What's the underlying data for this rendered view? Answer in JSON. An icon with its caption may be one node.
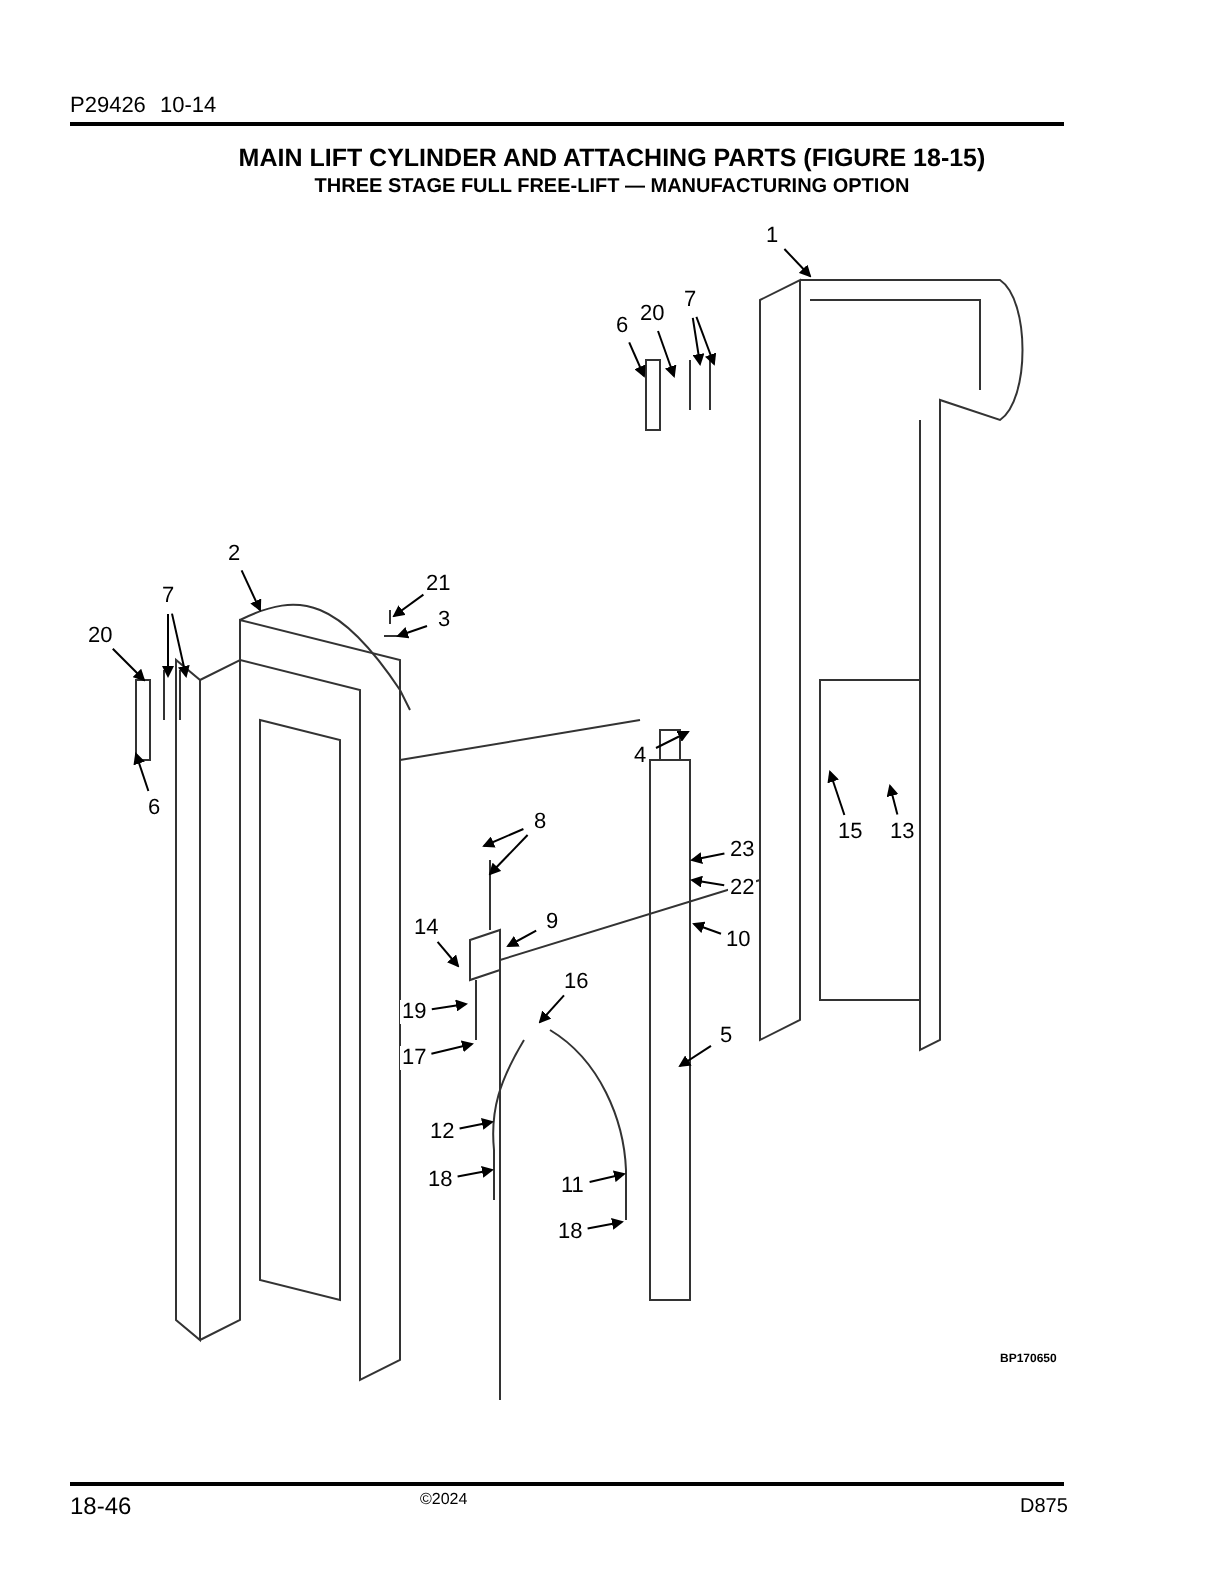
{
  "diagram": {
    "title": "MAIN LIFT CYLINDER AND ATTACHING PARTS (FIGURE 18-15)",
    "nodes": [
      {
        "text": [
          "1"
        ]
      },
      {
        "text": [
          "20"
        ]
      },
      {
        "text": [
          "7"
        ]
      },
      {
        "text": [
          "6"
        ]
      },
      {
        "text": [
          "2"
        ]
      },
      {
        "text": [
          "21"
        ]
      },
      {
        "text": [
          "3"
        ]
      },
      {
        "text": [
          "20"
        ]
      },
      {
        "text": [
          "7"
        ]
      },
      {
        "text": [
          "6"
        ]
      },
      {
        "text": [
          "4"
        ]
      },
      {
        "text": [
          "15"
        ]
      },
      {
        "text": [
          "13"
        ]
      },
      {
        "text": [
          "8"
        ]
      },
      {
        "text": [
          "23"
        ]
      },
      {
        "text": [
          "22"
        ]
      },
      {
        "text": [
          "9"
        ]
      },
      {
        "text": [
          "10"
        ]
      },
      {
        "text": [
          "14"
        ]
      },
      {
        "text": [
          "16"
        ]
      },
      {
        "text": [
          "19"
        ]
      },
      {
        "text": [
          "5"
        ]
      },
      {
        "text": [
          "17"
        ]
      },
      {
        "text": [
          "12"
        ]
      },
      {
        "text": [
          "18"
        ]
      },
      {
        "text": [
          "11"
        ]
      },
      {
        "text": [
          "18"
        ]
      }
    ],
    "edges": [
      {
        "from": 0,
        "to": null,
        "arrow": "to"
      },
      {
        "from": 1,
        "to": null,
        "arrow": "to"
      },
      {
        "from": 2,
        "to": null,
        "arrow": "to"
      },
      {
        "from": 2,
        "to": null,
        "arrow": "to"
      },
      {
        "from": 3,
        "to": null,
        "arrow": "to"
      },
      {
        "from": 4,
        "to": null,
        "arrow": "to"
      },
      {
        "from": 5,
        "to": null,
        "arrow": "to"
      },
      {
        "from": 6,
        "to": null,
        "arrow": "to"
      },
      {
        "from": 7,
        "to": null,
        "arrow": "to"
      },
      {
        "from": 8,
        "to": null,
        "arrow": "to"
      },
      {
        "from": 8,
        "to": null,
        "arrow": "to"
      },
      {
        "from": 9,
        "to": null,
        "arrow": "to"
      },
      {
        "from": 10,
        "to": null,
        "arrow": "to"
      },
      {
        "from": 11,
        "to": null,
        "arrow": "to"
      },
      {
        "from": 12,
        "to": null,
        "arrow": "to"
      },
      {
        "from": 13,
        "to": null,
        "arrow": "to"
      },
      {
        "from": 13,
        "to": null,
        "arrow": "to"
      },
      {
        "from": 14,
        "to": null,
        "arrow": "to"
      },
      {
        "from": 15,
        "to": null,
        "arrow": "to"
      },
      {
        "from": 16,
        "to": null,
        "arrow": "to"
      },
      {
        "from": 17,
        "to": null,
        "arrow": "to"
      },
      {
        "from": 18,
        "to": null,
        "arrow": "to"
      },
      {
        "from": 19,
        "to": null,
        "arrow": "to"
      },
      {
        "from": 20,
        "to": null,
        "arrow": "to"
      },
      {
        "from": 21,
        "to": null,
        "arrow": "to"
      },
      {
        "from": 22,
        "to": null,
        "arrow": "to"
      },
      {
        "from": 23,
        "to": null,
        "arrow": "to"
      },
      {
        "from": 24,
        "to": null,
        "arrow": "to"
      },
      {
        "from": 25,
        "to": null,
        "arrow": "to"
      },
      {
        "from": 26,
        "to": null,
        "arrow": "to"
      }
    ],
    "labels": [
      "P29426",
      "10-14",
      "THREE STAGE FULL FREE-LIFT — MANUFACTURING OPTION",
      "BP170650",
      "18-46",
      "©2024",
      "D875"
    ]
  }
}
